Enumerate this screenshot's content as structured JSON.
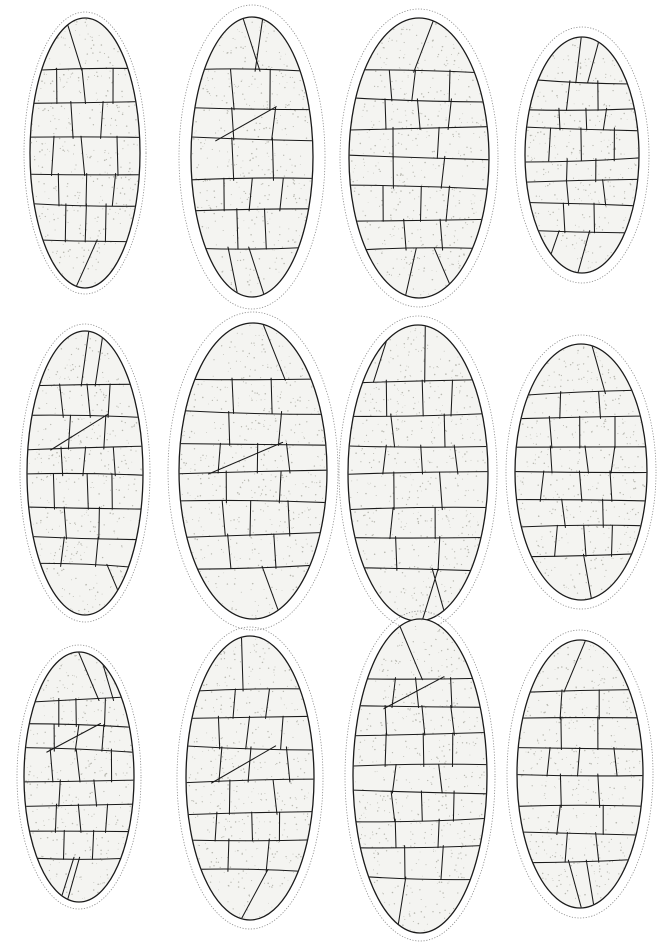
{
  "plate": {
    "background": "#ffffff",
    "ink": "#1a1a1a",
    "sheath_color": "#8a8a8a",
    "cell_fill": "#f4f4f1",
    "stipple_color": "#b8b8b0"
  },
  "specimens": [
    {
      "row": 1,
      "col": 1,
      "label": ""
    },
    {
      "row": 1,
      "col": 2,
      "label": ""
    },
    {
      "row": 1,
      "col": 3,
      "label": ""
    },
    {
      "row": 1,
      "col": 4,
      "label": ""
    },
    {
      "row": 2,
      "col": 1,
      "label": ""
    },
    {
      "row": 2,
      "col": 2,
      "label": ""
    },
    {
      "row": 2,
      "col": 3,
      "label": ""
    },
    {
      "row": 2,
      "col": 4,
      "label": ""
    },
    {
      "row": 3,
      "col": 1,
      "label": ""
    },
    {
      "row": 3,
      "col": 2,
      "label": ""
    },
    {
      "row": 3,
      "col": 3,
      "label": ""
    },
    {
      "row": 3,
      "col": 4,
      "label": ""
    }
  ]
}
